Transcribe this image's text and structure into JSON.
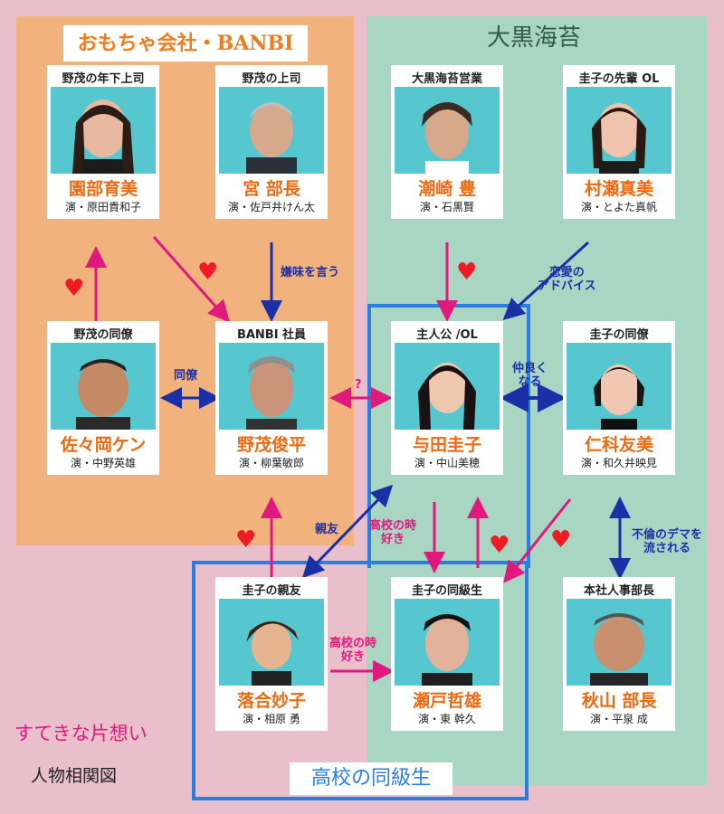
{
  "groups": {
    "banbi": "おもちゃ会社・BANBI",
    "nori": "大黒海苔",
    "school": "高校の同級生"
  },
  "cards": [
    {
      "id": "sonobe",
      "role": "野茂の年下上司",
      "name": "園部育美",
      "actor": "演・原田貴和子"
    },
    {
      "id": "miya",
      "role": "野茂の上司",
      "name": "宮 部長",
      "actor": "演・佐戸井けん太"
    },
    {
      "id": "shiozaki",
      "role": "大黒海苔営業",
      "name": "潮崎 豊",
      "actor": "演・石黒賢"
    },
    {
      "id": "murase",
      "role": "圭子の先輩 OL",
      "name": "村瀬真美",
      "actor": "演・とよた真帆"
    },
    {
      "id": "sasaoka",
      "role": "野茂の同僚",
      "name": "佐々岡ケン",
      "actor": "演・中野英雄"
    },
    {
      "id": "nomo",
      "role": "BANBI 社員",
      "name": "野茂俊平",
      "actor": "演・柳葉敏郎"
    },
    {
      "id": "keiko",
      "role": "主人公 /OL",
      "name": "与田圭子",
      "actor": "演・中山美穂"
    },
    {
      "id": "nishina",
      "role": "圭子の同僚",
      "name": "仁科友美",
      "actor": "演・和久井映見"
    },
    {
      "id": "ochiai",
      "role": "圭子の親友",
      "name": "落合妙子",
      "actor": "演・相原 勇"
    },
    {
      "id": "seto",
      "role": "圭子の同級生",
      "name": "瀬戸哲雄",
      "actor": "演・東 幹久"
    },
    {
      "id": "akiyama",
      "role": "本社人事部長",
      "name": "秋山 部長",
      "actor": "演・平泉 成"
    }
  ],
  "labels": {
    "iyami": "嫌味を言う",
    "renai": "恋愛の\nアドバイス",
    "douryou": "同僚",
    "question": "?",
    "nakayoku": "仲良く\nなる",
    "shinyu": "親友",
    "koukou1": "高校の時\n好き",
    "koukou2": "高校の時\n好き",
    "furin": "不倫のデマを\n流される"
  },
  "captions": {
    "line1": "すてきな片想い",
    "line2": "人物相関図"
  },
  "colors": {
    "banbi_bg": "#f2b27e",
    "nori_bg": "#a9d6c3",
    "page_bg": "#e8bfcb",
    "name_orange": "#ec6a12",
    "arrow_blue": "#1b2fa6",
    "arrow_pink": "#e0197d",
    "frame_blue": "#2a7de1",
    "heart_red": "#ee1b24"
  }
}
